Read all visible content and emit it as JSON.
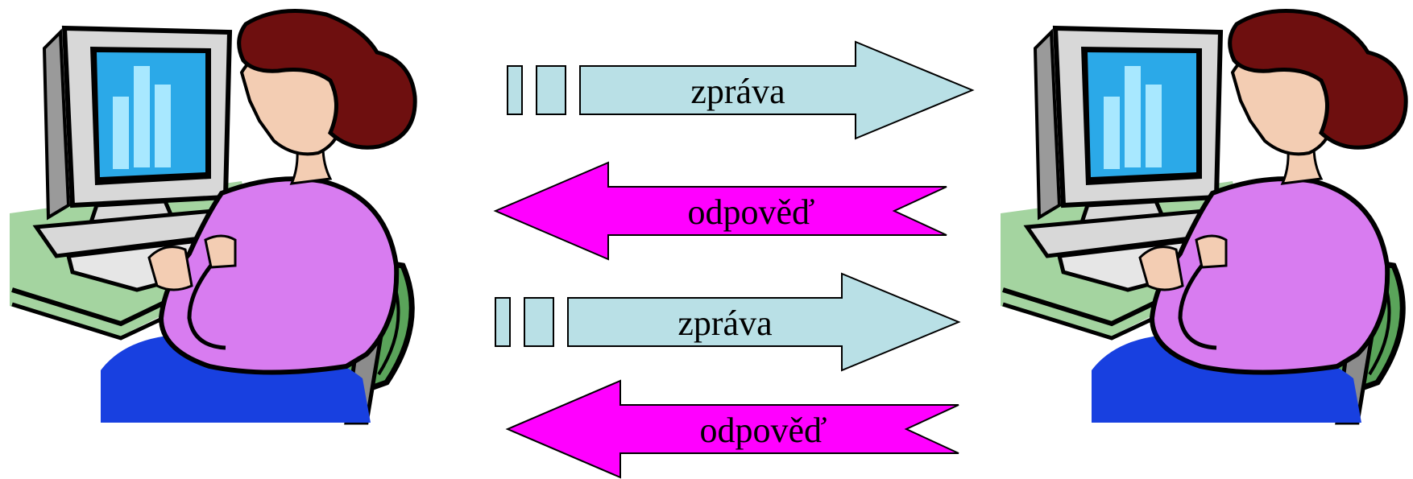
{
  "participants": [
    {
      "id": "left",
      "icon": "woman-at-computer-icon"
    },
    {
      "id": "right",
      "icon": "woman-at-computer-icon"
    }
  ],
  "messages": [
    {
      "label": "zpráva",
      "direction": "right",
      "color": "#b9e0e6"
    },
    {
      "label": "odpověď",
      "direction": "left",
      "color": "#ff00ff"
    },
    {
      "label": "zpráva",
      "direction": "right",
      "color": "#b9e0e6"
    },
    {
      "label": "odpověď",
      "direction": "left",
      "color": "#ff00ff"
    }
  ]
}
